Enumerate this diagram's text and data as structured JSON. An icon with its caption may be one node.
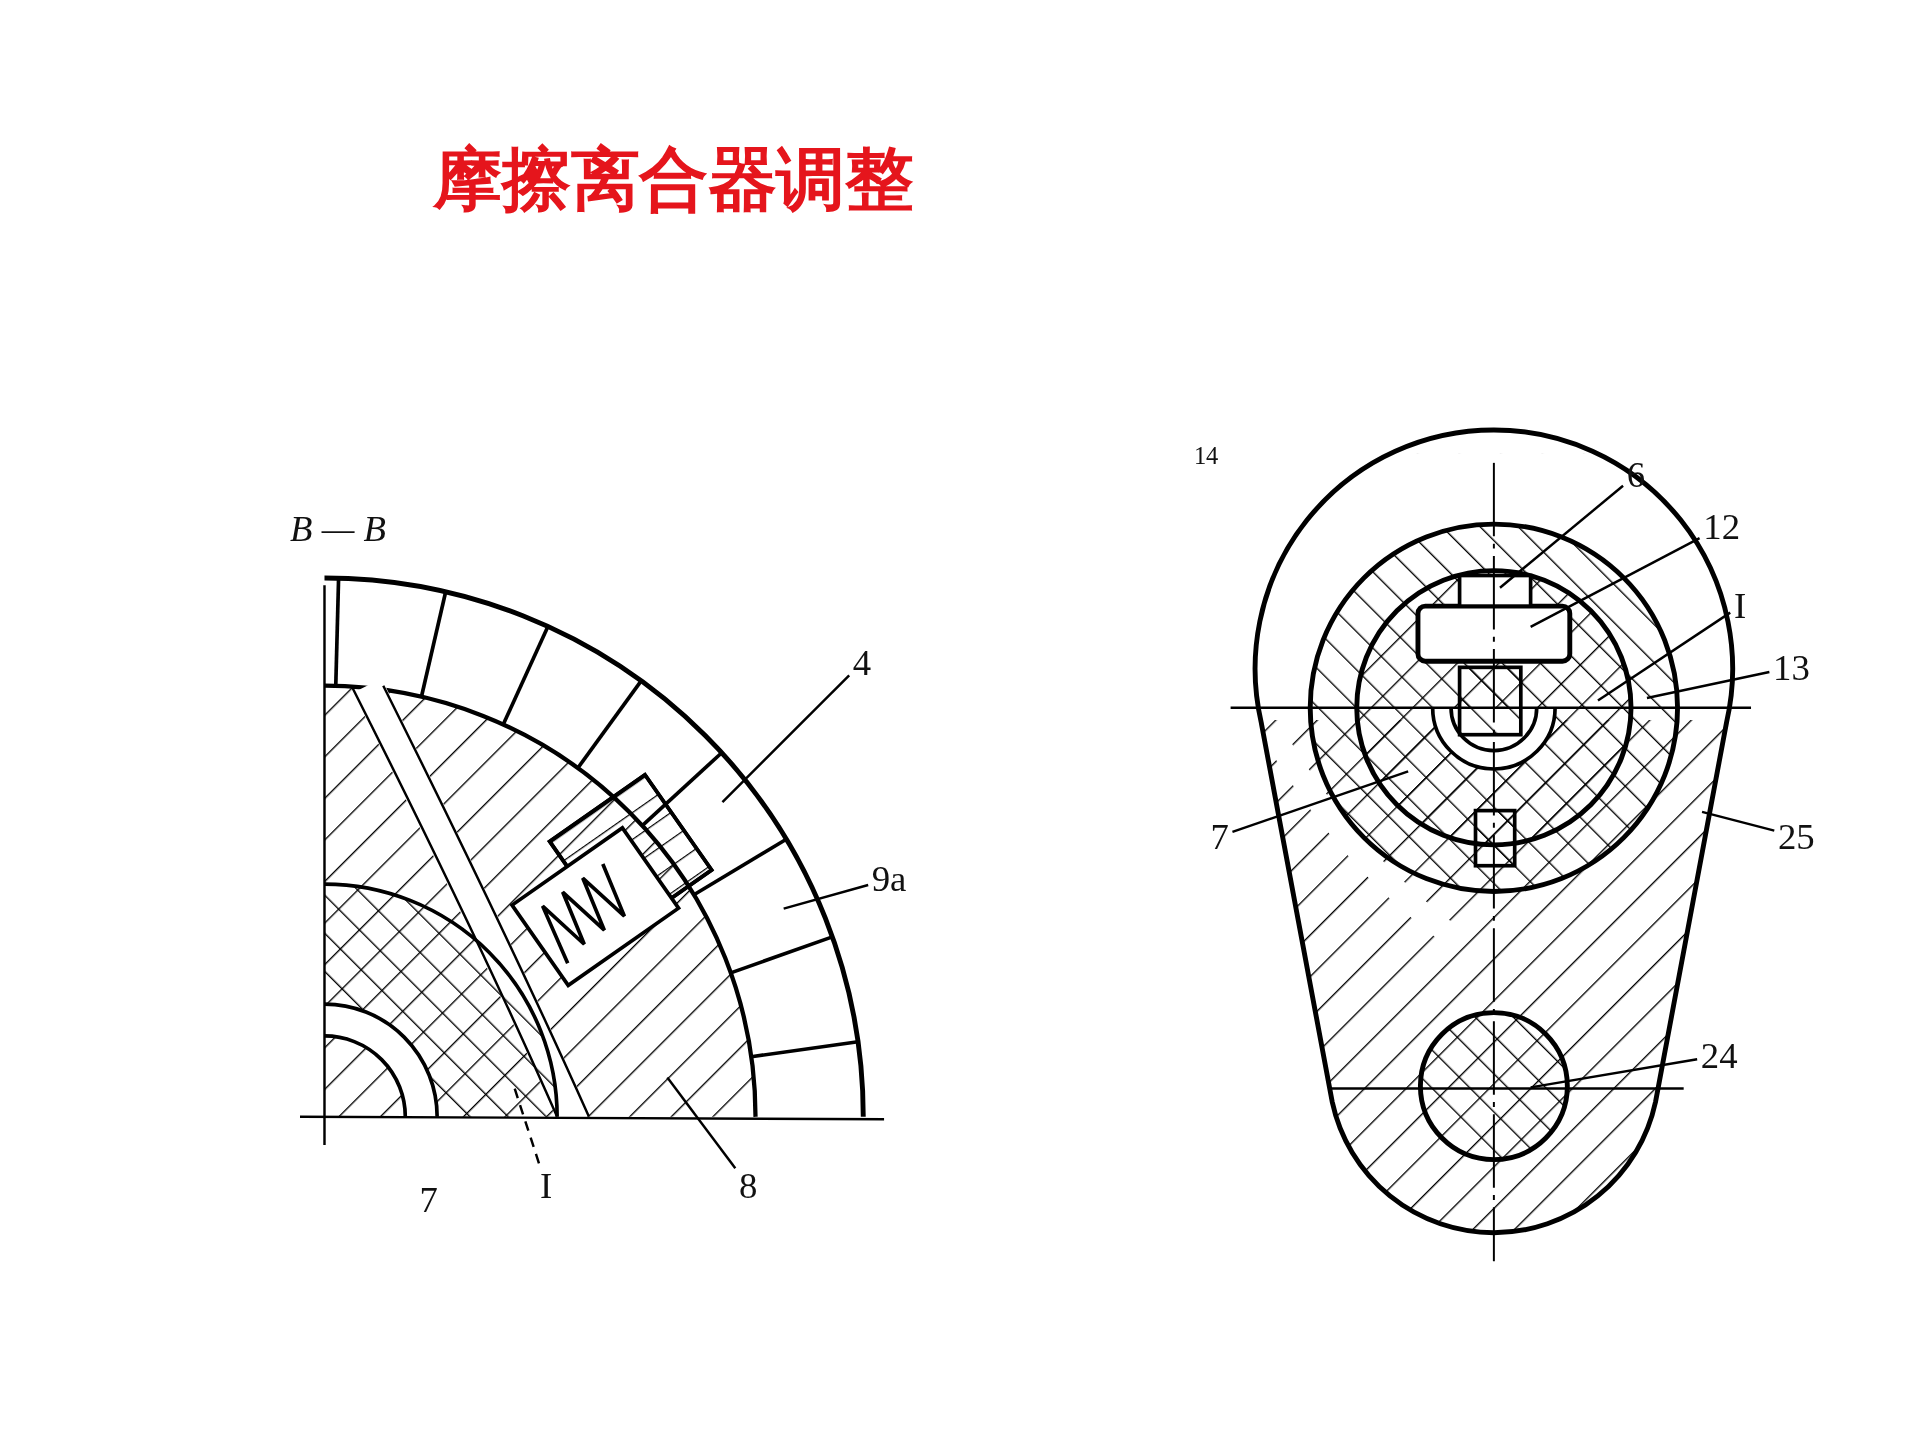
{
  "diagram": {
    "title": "摩擦离合器调整",
    "nodes": [
      {
        "text": [
          "4"
        ]
      },
      {
        "text": [
          "9a"
        ]
      },
      {
        "text": [
          "8"
        ]
      },
      {
        "text": [
          "I"
        ]
      },
      {
        "text": [
          "6"
        ]
      },
      {
        "text": [
          "12"
        ]
      },
      {
        "text": [
          "I"
        ]
      },
      {
        "text": [
          "13"
        ]
      },
      {
        "text": [
          "7"
        ]
      },
      {
        "text": [
          "25"
        ]
      },
      {
        "text": [
          "24"
        ]
      }
    ],
    "edges": [
      {
        "from": 0,
        "to": null,
        "arrow": "none"
      },
      {
        "from": 1,
        "to": null,
        "arrow": "none"
      },
      {
        "from": 2,
        "to": null,
        "arrow": "none"
      },
      {
        "from": 3,
        "to": null,
        "arrow": "none",
        "style": "dashed"
      },
      {
        "from": 4,
        "to": null,
        "arrow": "none"
      },
      {
        "from": 5,
        "to": null,
        "arrow": "none"
      },
      {
        "from": 6,
        "to": null,
        "arrow": "none"
      },
      {
        "from": 7,
        "to": null,
        "arrow": "none"
      },
      {
        "from": 8,
        "to": null,
        "arrow": "none"
      },
      {
        "from": 9,
        "to": null,
        "arrow": "none"
      },
      {
        "from": 10,
        "to": null,
        "arrow": "none"
      }
    ],
    "labels": [
      "14",
      "B — B",
      "7"
    ]
  }
}
